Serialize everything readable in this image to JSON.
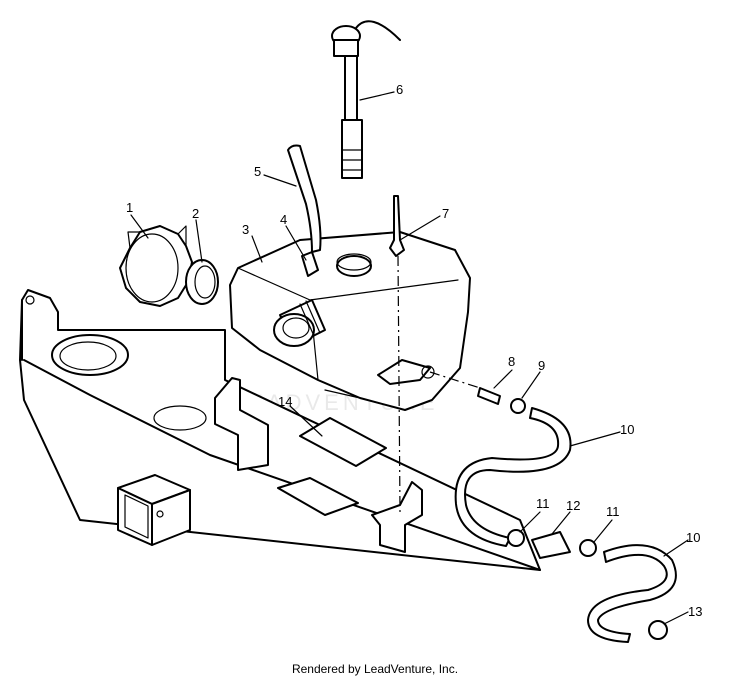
{
  "callouts": [
    "1",
    "2",
    "3",
    "4",
    "5",
    "6",
    "7",
    "8",
    "9",
    "10",
    "11",
    "12",
    "11",
    "10",
    "13",
    "14"
  ],
  "credit": "Rendered by LeadVenture, Inc.",
  "watermark": "LEADVENTURE"
}
